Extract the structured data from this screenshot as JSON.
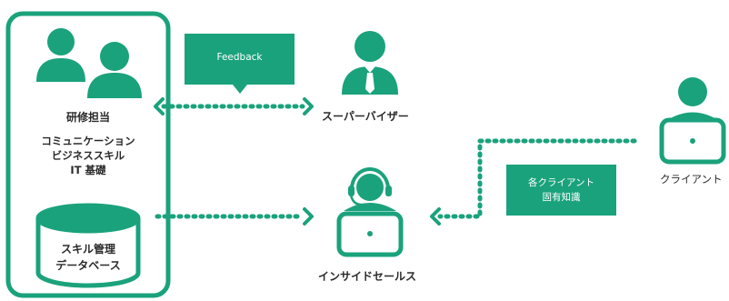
{
  "colors": {
    "accent": "#1aa27c",
    "arrow": "#1aa27c",
    "text": "#2a2a2a"
  },
  "left_panel": {
    "trainer_label": "研修担当",
    "skills_line1": "コミュニケーション",
    "skills_line2": "ビジネススキル",
    "skills_line3": "IT 基礎",
    "database_line1": "スキル管理",
    "database_line2": "データベース"
  },
  "feedback_callout": {
    "label": "Feedback"
  },
  "supervisor": {
    "label": "スーパーバイザー"
  },
  "inside_sales": {
    "label": "インサイドセールス"
  },
  "client": {
    "label": "クライアント"
  },
  "client_callout": {
    "line1": "各クライアント",
    "line2": "固有知識"
  },
  "icons": [
    "people-icon",
    "database-icon",
    "supervisor-icon",
    "headset-operator-icon",
    "laptop-user-icon"
  ]
}
